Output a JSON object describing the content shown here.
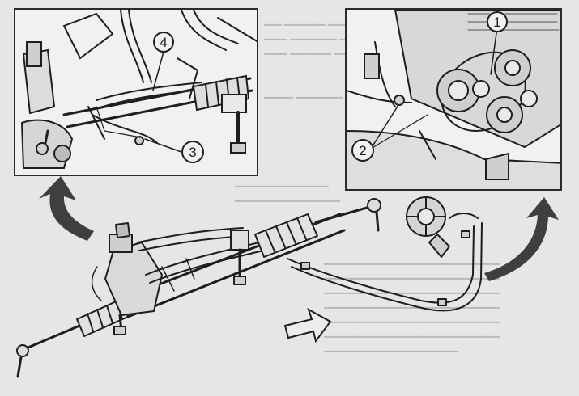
{
  "colors": {
    "background": "#e6e6e6",
    "panel_fill": "#f1f1f1",
    "ink": "#1e1e1e",
    "arrow_fill": "#3f3f3f",
    "faded_text": "#b9b9b9"
  },
  "callouts": {
    "c1": "1",
    "c2": "2",
    "c3": "3",
    "c4": "4"
  }
}
